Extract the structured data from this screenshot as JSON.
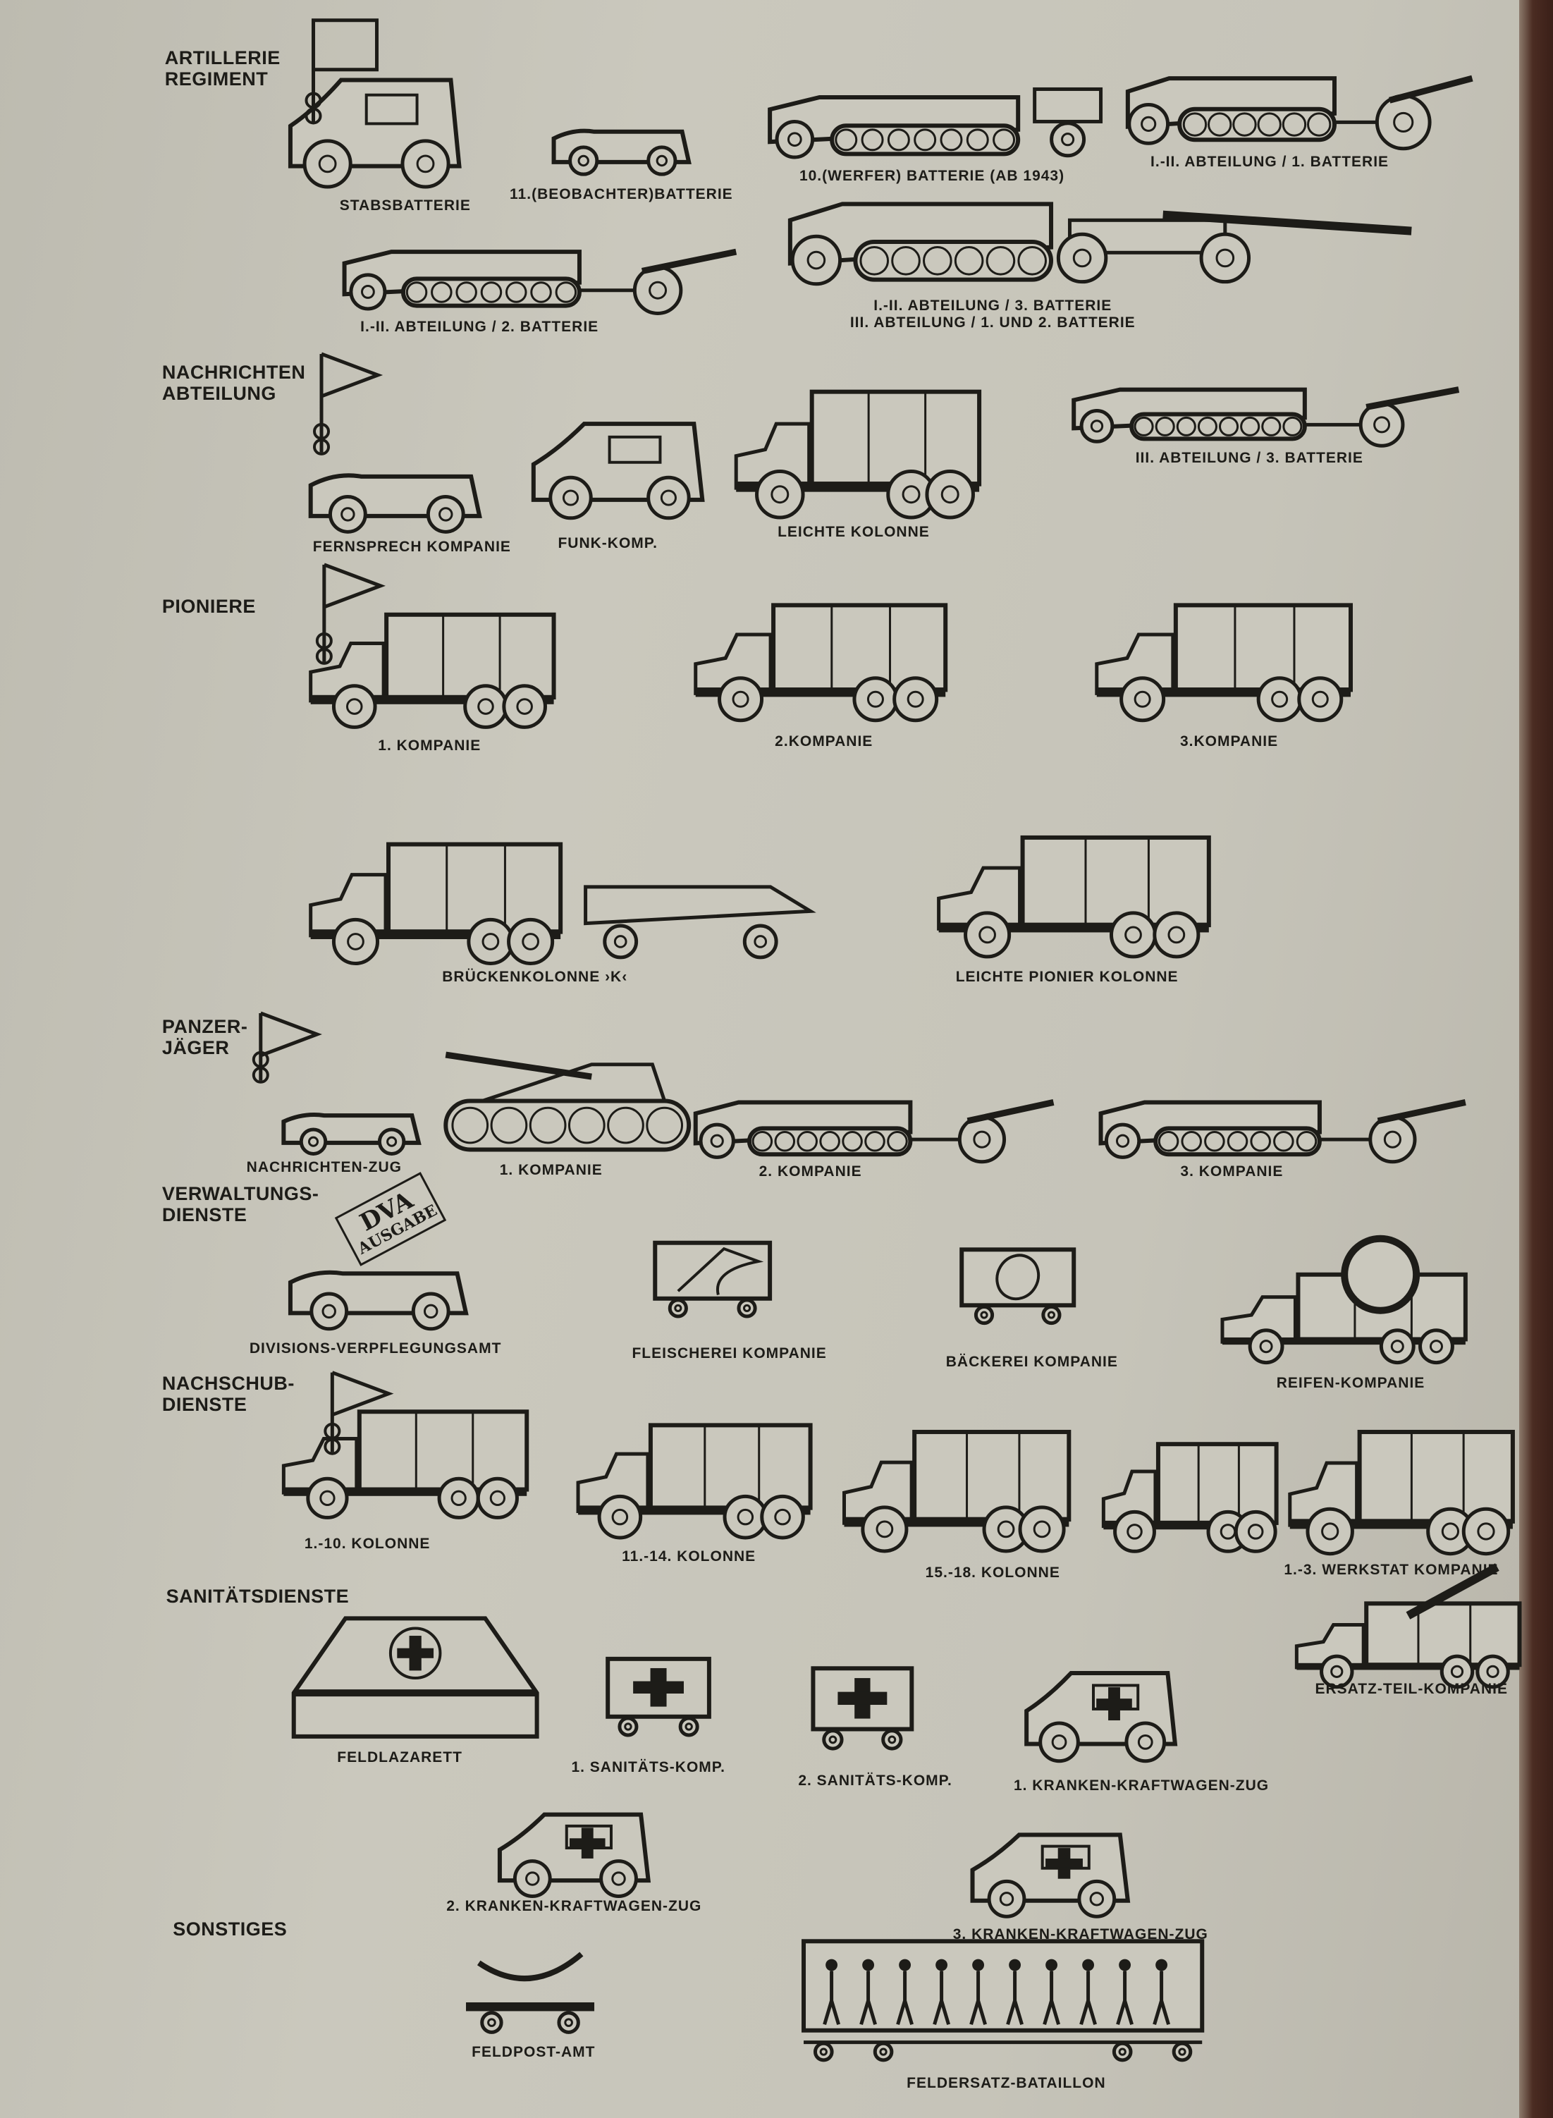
{
  "colors": {
    "ink": "#1d1c18",
    "paper": "#c6c4b9",
    "book_edge": "#4b2c22"
  },
  "sections": [
    {
      "id": "artillerie",
      "label": "ARTILLERIE\nREGIMENT"
    },
    {
      "id": "nachrichten",
      "label": "NACHRICHTEN\nABTEILUNG"
    },
    {
      "id": "pioniere",
      "label": "PIONIERE"
    },
    {
      "id": "panzerjaeger",
      "label": "PANZER-\nJÄGER"
    },
    {
      "id": "verwaltung",
      "label": "VERWALTUNGS-\nDIENSTE"
    },
    {
      "id": "nachschub",
      "label": "NACHSCHUB-\nDIENSTE"
    },
    {
      "id": "sanitaet",
      "label": "SANITÄTSDIENSTE"
    },
    {
      "id": "sonstiges",
      "label": "SONSTIGES"
    }
  ],
  "sign": {
    "line1": "DVA",
    "line2": "AUSGABE"
  },
  "units": [
    {
      "label": "STABSBATTERIE",
      "icon": "staff-car-icon"
    },
    {
      "label": "11.(BEOBACHTER)BATTERIE",
      "icon": "car-icon"
    },
    {
      "label": "10.(WERFER) BATTERIE (AB 1943)",
      "icon": "halftrack-rocket-launcher-icon"
    },
    {
      "label": "I.-II. ABTEILUNG / 1. BATTERIE",
      "icon": "halftrack-gun-icon"
    },
    {
      "label": "I.-II. ABTEILUNG / 2. BATTERIE",
      "icon": "halftrack-gun-icon"
    },
    {
      "label": "I.-II. ABTEILUNG / 3. BATTERIE",
      "label2": "III. ABTEILUNG / 1. UND 2. BATTERIE",
      "icon": "halftrack-heavy-gun-icon"
    },
    {
      "label": "FERNSPRECH KOMPANIE",
      "icon": "car-icon"
    },
    {
      "label": "FUNK-KOMP.",
      "icon": "staff-car-icon"
    },
    {
      "label": "LEICHTE KOLONNE",
      "icon": "truck-icon"
    },
    {
      "label": "III. ABTEILUNG / 3. BATTERIE",
      "icon": "halftrack-gun-icon"
    },
    {
      "label": "1. KOMPANIE",
      "icon": "truck-icon"
    },
    {
      "label": "2.KOMPANIE",
      "icon": "truck-icon"
    },
    {
      "label": "3.KOMPANIE",
      "icon": "truck-icon"
    },
    {
      "label": "BRÜCKENKOLONNE ›K‹",
      "icon": "truck-boat-trailer-icon"
    },
    {
      "label": "LEICHTE PIONIER KOLONNE",
      "icon": "truck-icon"
    },
    {
      "label": "NACHRICHTEN-ZUG",
      "icon": "car-icon"
    },
    {
      "label": "1. KOMPANIE",
      "icon": "tank-destroyer-icon"
    },
    {
      "label": "2. KOMPANIE",
      "icon": "halftrack-gun-icon"
    },
    {
      "label": "3. KOMPANIE",
      "icon": "halftrack-gun-icon"
    },
    {
      "label": "DIVISIONS-VERPFLEGUNGSAMT",
      "icon": "car-icon"
    },
    {
      "label": "FLEISCHEREI KOMPANIE",
      "icon": "cleaver-cart-icon"
    },
    {
      "label": "BÄCKEREI KOMPANIE",
      "icon": "bread-cart-icon"
    },
    {
      "label": "REIFEN-KOMPANIE",
      "icon": "tire-truck-icon"
    },
    {
      "label": "1.-10. KOLONNE",
      "icon": "truck-icon"
    },
    {
      "label": "11.-14. KOLONNE",
      "icon": "truck-icon"
    },
    {
      "label": "15.-18. KOLONNE",
      "icon": "truck-trailer-icon"
    },
    {
      "label": "1.-3. WERKSTAT KOMPANIE",
      "icon": "workshop-truck-icon"
    },
    {
      "label": "ERSATZ-TEIL-KOMPANIE",
      "icon": "wrench-truck-icon"
    },
    {
      "label": "FELDLAZARETT",
      "icon": "red-cross-tent-icon"
    },
    {
      "label": "1. SANITÄTS-KOMP.",
      "icon": "red-cross-cart-icon"
    },
    {
      "label": "2. SANITÄTS-KOMP.",
      "icon": "red-cross-cart-icon"
    },
    {
      "label": "1. KRANKEN-KRAFTWAGEN-ZUG",
      "icon": "ambulance-icon"
    },
    {
      "label": "2. KRANKEN-KRAFTWAGEN-ZUG",
      "icon": "ambulance-icon"
    },
    {
      "label": "3. KRANKEN-KRAFTWAGEN-ZUG",
      "icon": "ambulance-icon"
    },
    {
      "label": "FELDPOST-AMT",
      "icon": "post-horn-cart-icon"
    },
    {
      "label": "FELDERSATZ-BATAILLON",
      "icon": "marching-soldiers-icon"
    }
  ]
}
